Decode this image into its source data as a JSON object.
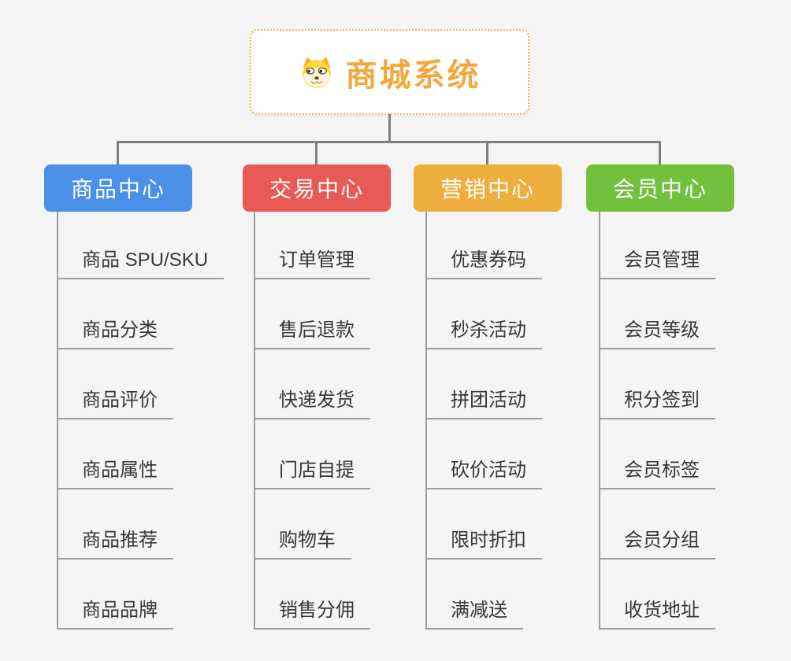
{
  "page": {
    "background_color": "#f5f5f5"
  },
  "root": {
    "title": "商城系统",
    "icon": "dog-face-icon",
    "text_color": "#f1a93d",
    "border_color": "#f2b24e",
    "background_color": "#ffffff"
  },
  "connectors": {
    "primary_color": "#7f7f7f",
    "secondary_color": "#9c9c9c"
  },
  "branches": [
    {
      "label": "商品中心",
      "color": "#4a90e8",
      "children": [
        "商品 SPU/SKU",
        "商品分类",
        "商品评价",
        "商品属性",
        "商品推荐",
        "商品品牌"
      ]
    },
    {
      "label": "交易中心",
      "color": "#e85a55",
      "children": [
        "订单管理",
        "售后退款",
        "快递发货",
        "门店自提",
        "购物车",
        "销售分佣"
      ]
    },
    {
      "label": "营销中心",
      "color": "#edae3e",
      "children": [
        "优惠券码",
        "秒杀活动",
        "拼团活动",
        "砍价活动",
        "限时折扣",
        "满减送"
      ]
    },
    {
      "label": "会员中心",
      "color": "#73c03f",
      "children": [
        "会员管理",
        "会员等级",
        "积分签到",
        "会员标签",
        "会员分组",
        "收货地址"
      ]
    }
  ]
}
